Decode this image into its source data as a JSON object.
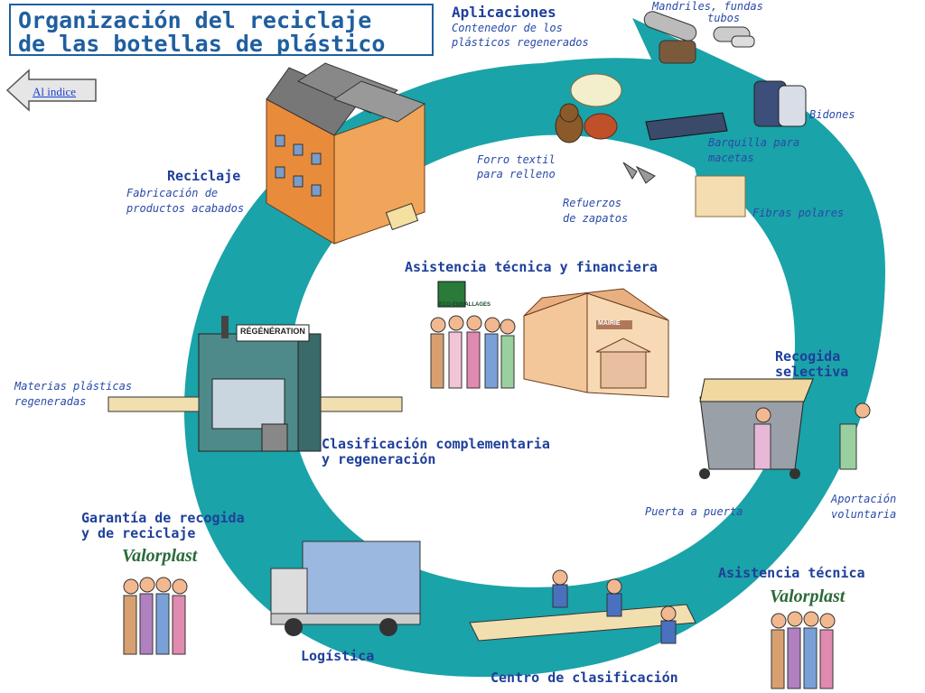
{
  "title": {
    "line1": "Organización del reciclaje",
    "line2": "de las botellas de plástico"
  },
  "nav": {
    "back_label": "Al indice"
  },
  "colors": {
    "ring": "#1aa3a8",
    "title": "#1f5fa0",
    "label": "#1f3f9a"
  },
  "stages": {
    "aplicaciones": {
      "title": "Aplicaciones",
      "sub1": "Contenedor de los",
      "sub2": "plásticos regenerados"
    },
    "mandriles": {
      "line1": "Mandriles, fundas",
      "line2": "tubos"
    },
    "bidones": "Bidones",
    "barquilla": {
      "line1": "Barquilla para",
      "line2": "macetas"
    },
    "fibras": "Fibras polares",
    "forro": {
      "line1": "Forro textil",
      "line2": "para relleno"
    },
    "refuerzos": {
      "line1": "Refuerzos",
      "line2": "de zapatos"
    },
    "reciclaje": {
      "title": "Reciclaje",
      "sub1": "Fabricación de",
      "sub2": "productos acabados"
    },
    "asistencia_fin": "Asistencia técnica y financiera",
    "recogida": {
      "line1": "Recogida",
      "line2": "selectiva"
    },
    "materias": {
      "line1": "Materias plásticas",
      "line2": "regeneradas"
    },
    "clasificacion": {
      "line1": "Clasificación complementaria",
      "line2": "y regeneración"
    },
    "puerta": "Puerta a puerta",
    "aportacion": {
      "line1": "Aportación",
      "line2": "voluntaria"
    },
    "garantia": {
      "line1": "Garantía de recogida",
      "line2": "y de reciclaje"
    },
    "asistencia_tec": "Asistencia técnica",
    "logistica": "Logística",
    "centro": "Centro de clasificación"
  },
  "logos": {
    "eco": "ECO-EMBALLAGES",
    "valorplast": "Valorplast",
    "mairie": "MAIRIE",
    "regen": "RÉGÉNÉRATION"
  }
}
